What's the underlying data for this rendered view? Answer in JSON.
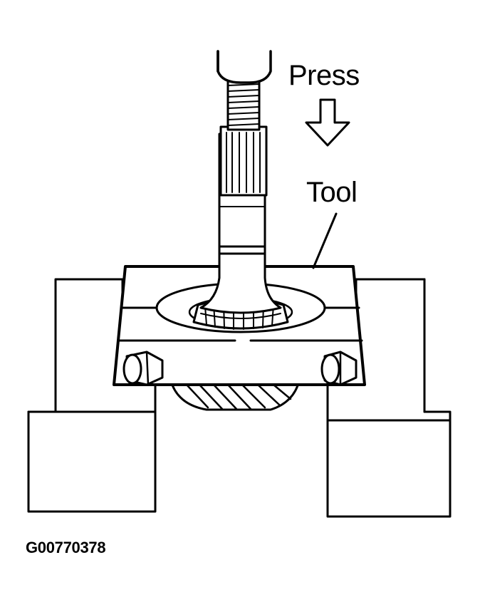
{
  "labels": {
    "press": "Press",
    "tool": "Tool"
  },
  "figure_id": "G00770378",
  "colors": {
    "ink": "#000000",
    "paper": "#ffffff"
  }
}
